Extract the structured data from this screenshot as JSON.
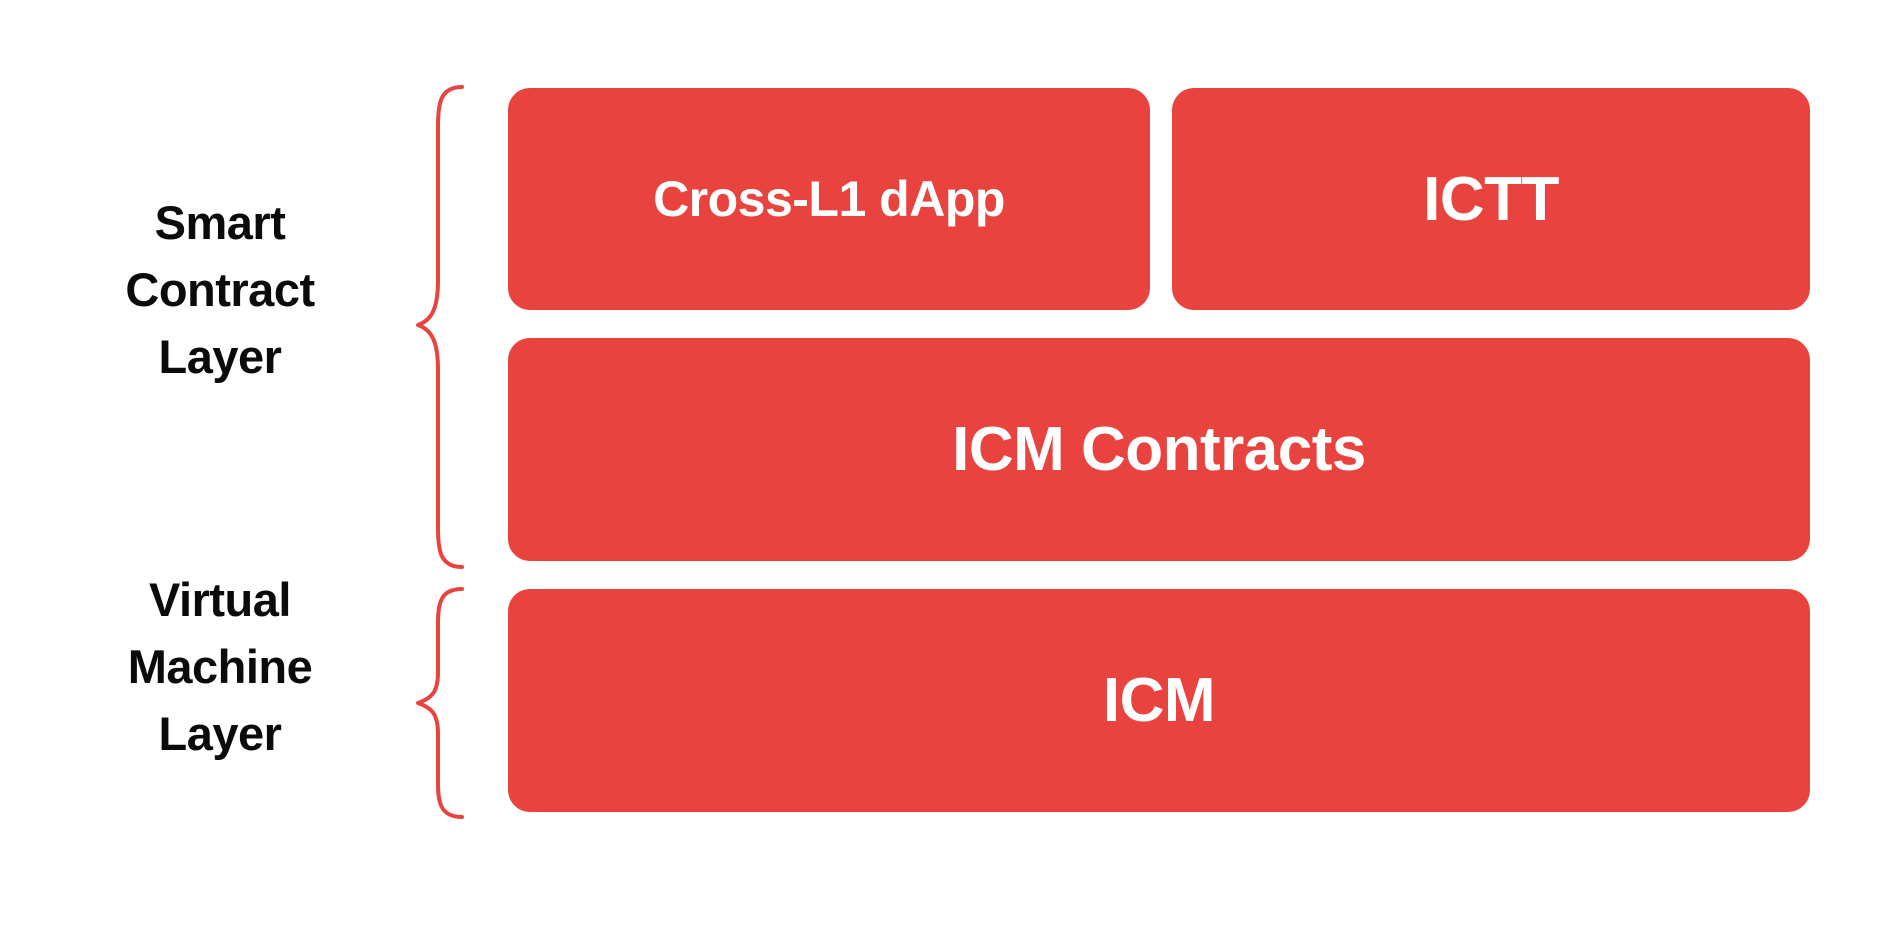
{
  "diagram": {
    "title": "Smart Contract and Virtual Machine Layer stack",
    "background_color": "#ffffff",
    "accent_color": "#e8433e",
    "box_text_color": "#ffffff",
    "label_text_color": "#0b0b0d",
    "brace_color": "#e8433e"
  },
  "layers": [
    {
      "id": "smart-contract-layer",
      "label": "Smart\nContract\nLayer",
      "brace_icon": "curly-brace-icon"
    },
    {
      "id": "virtual-machine-layer",
      "label": "Virtual\nMachine\nLayer",
      "brace_icon": "curly-brace-icon"
    }
  ],
  "boxes": {
    "cross_l1_dapp": "Cross-L1 dApp",
    "ictt": "ICTT",
    "icm_contracts": "ICM Contracts",
    "icm": "ICM"
  }
}
